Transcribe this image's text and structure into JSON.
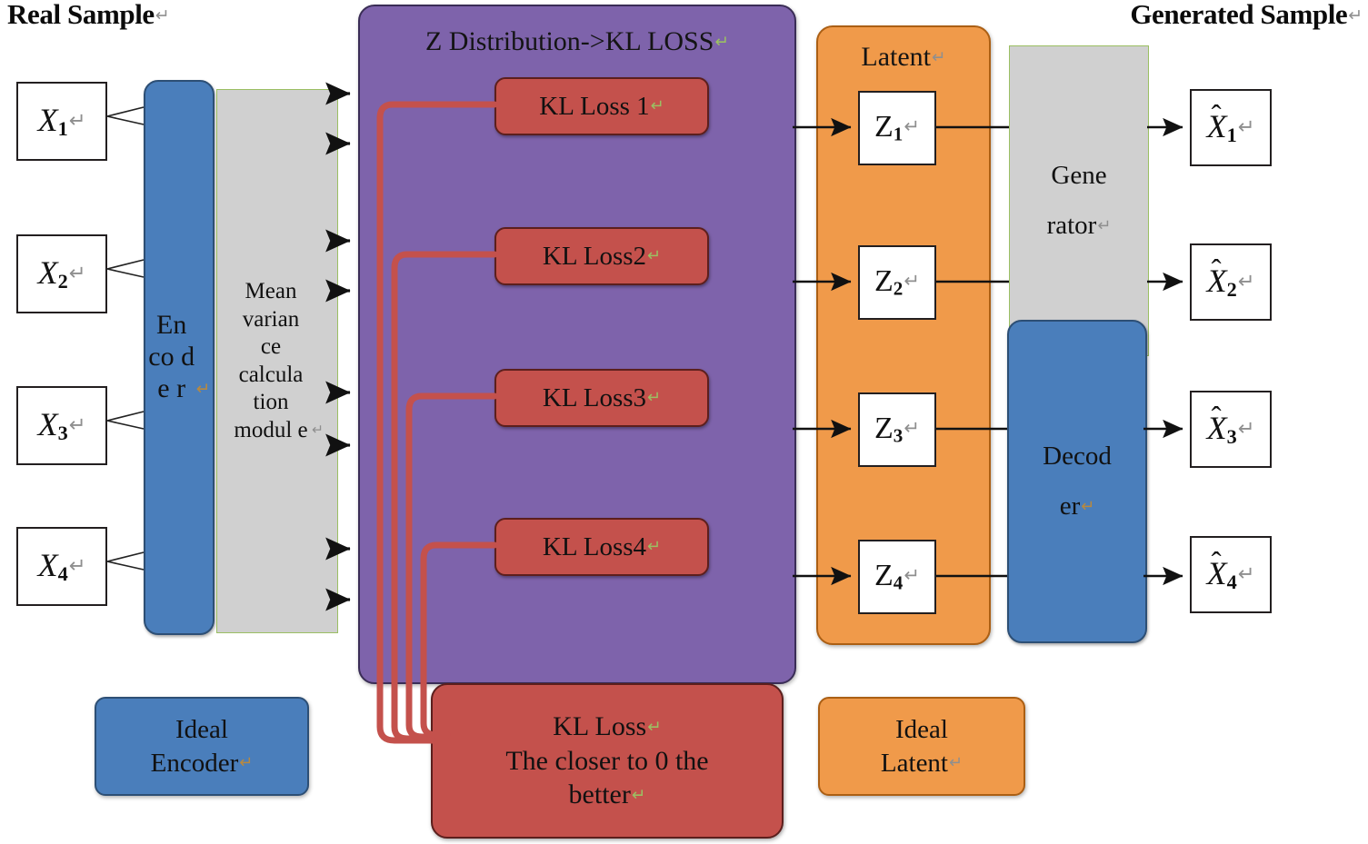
{
  "title_left": "Real Sample",
  "title_right": "Generated Sample",
  "real_samples": [
    {
      "base": "X",
      "sub": "1"
    },
    {
      "base": "X",
      "sub": "2"
    },
    {
      "base": "X",
      "sub": "3"
    },
    {
      "base": "X",
      "sub": "4"
    }
  ],
  "encoder": {
    "label": "En co de r"
  },
  "mean_module": {
    "label": "Mean varian ce calcula tion modul e"
  },
  "kl_panel": {
    "title": "Z Distribution->KL LOSS",
    "losses": [
      "KL Loss 1",
      "KL Loss2",
      "KL Loss3",
      "KL Loss4"
    ]
  },
  "kl_summary": {
    "line1": "KL Loss",
    "line2": "The closer to 0 the",
    "line3": "better"
  },
  "latent": {
    "title": "Latent",
    "items": [
      {
        "base": "Z",
        "sub": "1"
      },
      {
        "base": "Z",
        "sub": "2"
      },
      {
        "base": "Z",
        "sub": "3"
      },
      {
        "base": "Z",
        "sub": "4"
      }
    ]
  },
  "generator": {
    "line1": "Gene",
    "line2": "rator"
  },
  "decoder": {
    "line1": "Decod",
    "line2": "er"
  },
  "generated_samples": [
    {
      "base": "X",
      "sub": "1"
    },
    {
      "base": "X",
      "sub": "2"
    },
    {
      "base": "X",
      "sub": "3"
    },
    {
      "base": "X",
      "sub": "4"
    }
  ],
  "legend": {
    "ideal_encoder": {
      "line1": "Ideal",
      "line2": "Encoder"
    },
    "ideal_latent": {
      "line1": "Ideal",
      "line2": "Latent"
    }
  },
  "colors": {
    "encoder_blue": "#4a7ebb",
    "latent_orange": "#f09a4a",
    "kl_red": "#c4514c",
    "kl_panel_purple": "#7e63ab",
    "module_gray": "#d0d0d0",
    "module_border_green": "#9bbf63",
    "arrow_black": "#111111"
  }
}
